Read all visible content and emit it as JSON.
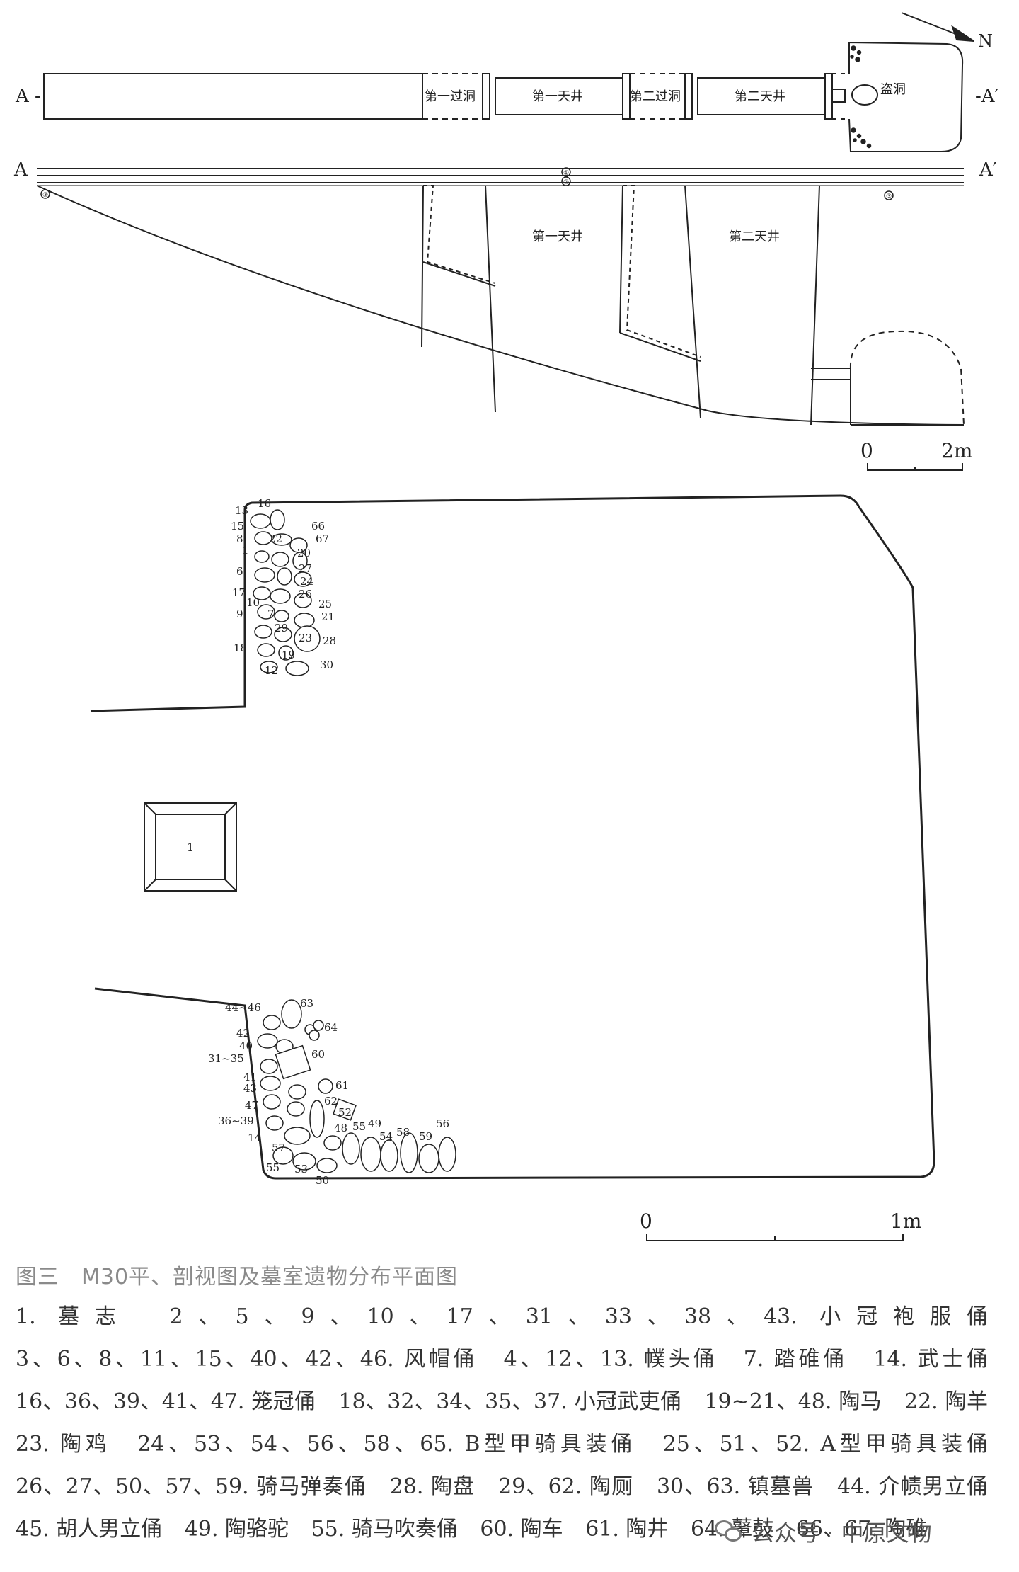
{
  "section_view": {
    "label_left": "A",
    "label_right": "A′",
    "label_left_dash": "A -",
    "label_right_dash": "-A′",
    "north": "N",
    "zones": {
      "guodong1": "第一过洞",
      "tianjing1": "第一天井",
      "guodong2": "第二过洞",
      "tianjing2": "第二天井",
      "daodong": "盗洞"
    },
    "layers": [
      "①",
      "②",
      "③",
      "③"
    ],
    "scale": {
      "zero": "0",
      "max": "2m"
    }
  },
  "chamber_plan": {
    "epitaph_id": "1",
    "scale": {
      "zero": "0",
      "max": "1m"
    },
    "top_numbers": [
      "13",
      "16",
      "15",
      "8",
      "1",
      "22",
      "66",
      "67",
      "20",
      "6",
      "27",
      "24",
      "17",
      "26",
      "10",
      "25",
      "9",
      "7",
      "21",
      "29",
      "23",
      "28",
      "18",
      "19",
      "30",
      "12"
    ],
    "bottom_numbers": [
      "44~46",
      "63",
      "42",
      "40",
      "64",
      "31~35",
      "60",
      "41",
      "43",
      "61",
      "47",
      "62",
      "36~39",
      "52",
      "48",
      "49",
      "55",
      "58",
      "56",
      "54",
      "59",
      "14",
      "57",
      "55",
      "53",
      "50"
    ]
  },
  "caption": "图三　M30平、剖视图及墓室遗物分布平面图",
  "legend": [
    "1. 墓志",
    "2、5、9、10、17、31、33、38、43. 小冠袍服俑",
    "3、6、8、11、15、40、42、46. 风帽俑",
    "4、12、13. 幞头俑",
    "7. 踏碓俑",
    "14. 武士俑",
    "16、36、39、41、47. 笼冠俑",
    "18、32、34、35、37. 小冠武吏俑",
    "19~21、48. 陶马",
    "22. 陶羊",
    "23. 陶鸡",
    "24、53、54、56、58、65. B型甲骑具装俑",
    "25、51、52. A型甲骑具装俑",
    "26、27、50、57、59. 骑马弹奏俑",
    "28. 陶盘",
    "29、62. 陶厕",
    "30、63. 镇墓兽",
    "44. 介帻男立俑",
    "45. 胡人男立俑",
    "49. 陶骆驼",
    "55. 骑马吹奏俑",
    "60. 陶车",
    "61. 陶井",
    "64. 鼙鼓",
    "66、67. 陶碓"
  ],
  "footer": {
    "brand": "公众号 · 中原文物"
  }
}
